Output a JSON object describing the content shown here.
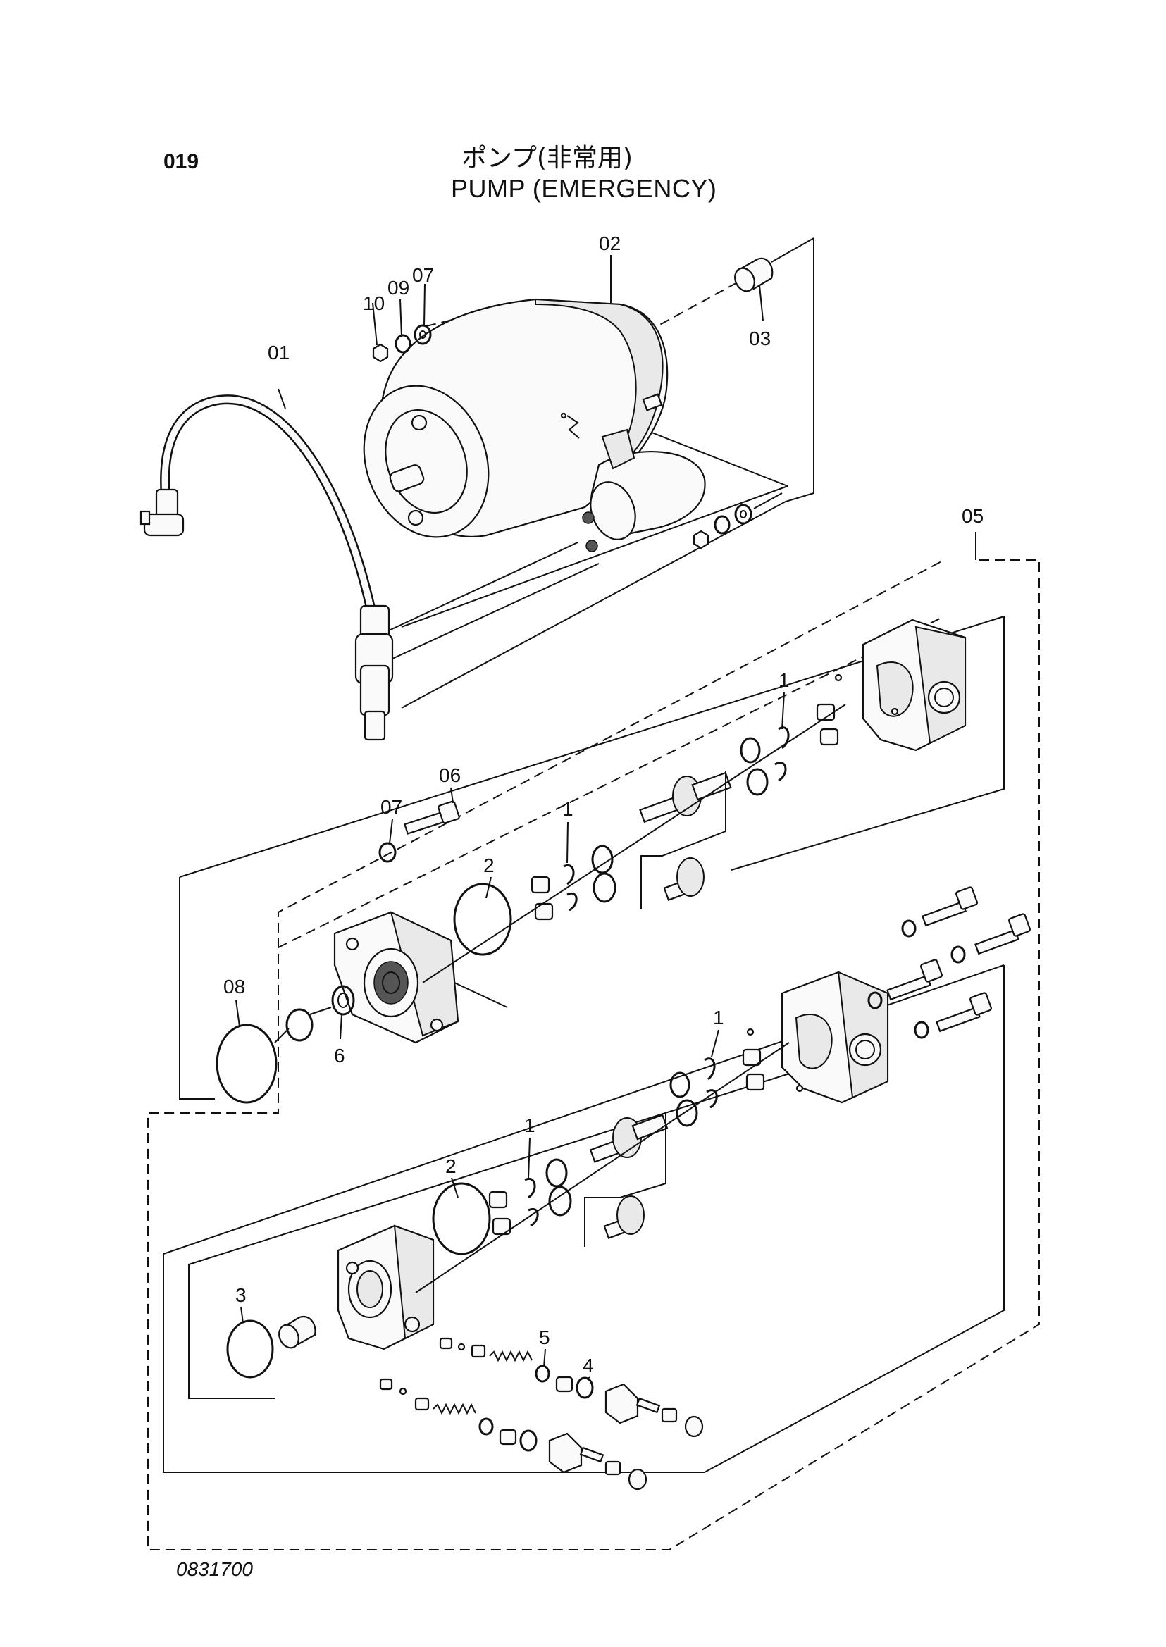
{
  "header": {
    "page_number": "019",
    "title_jp": "ポンプ(非常用)",
    "title_en": "PUMP (EMERGENCY)"
  },
  "footer": {
    "drawing_code": "0831700"
  },
  "callouts": {
    "c01": "01",
    "c02": "02",
    "c03": "03",
    "c05": "05",
    "c06": "06",
    "c07_top": "07",
    "c07_mid": "07",
    "c08": "08",
    "c09": "09",
    "c10": "10",
    "s1_a": "1",
    "s1_b": "1",
    "s1_c": "1",
    "s1_d": "1",
    "s2_a": "2",
    "s2_b": "2",
    "s3": "3",
    "s4": "4",
    "s5": "5",
    "s6": "6"
  }
}
